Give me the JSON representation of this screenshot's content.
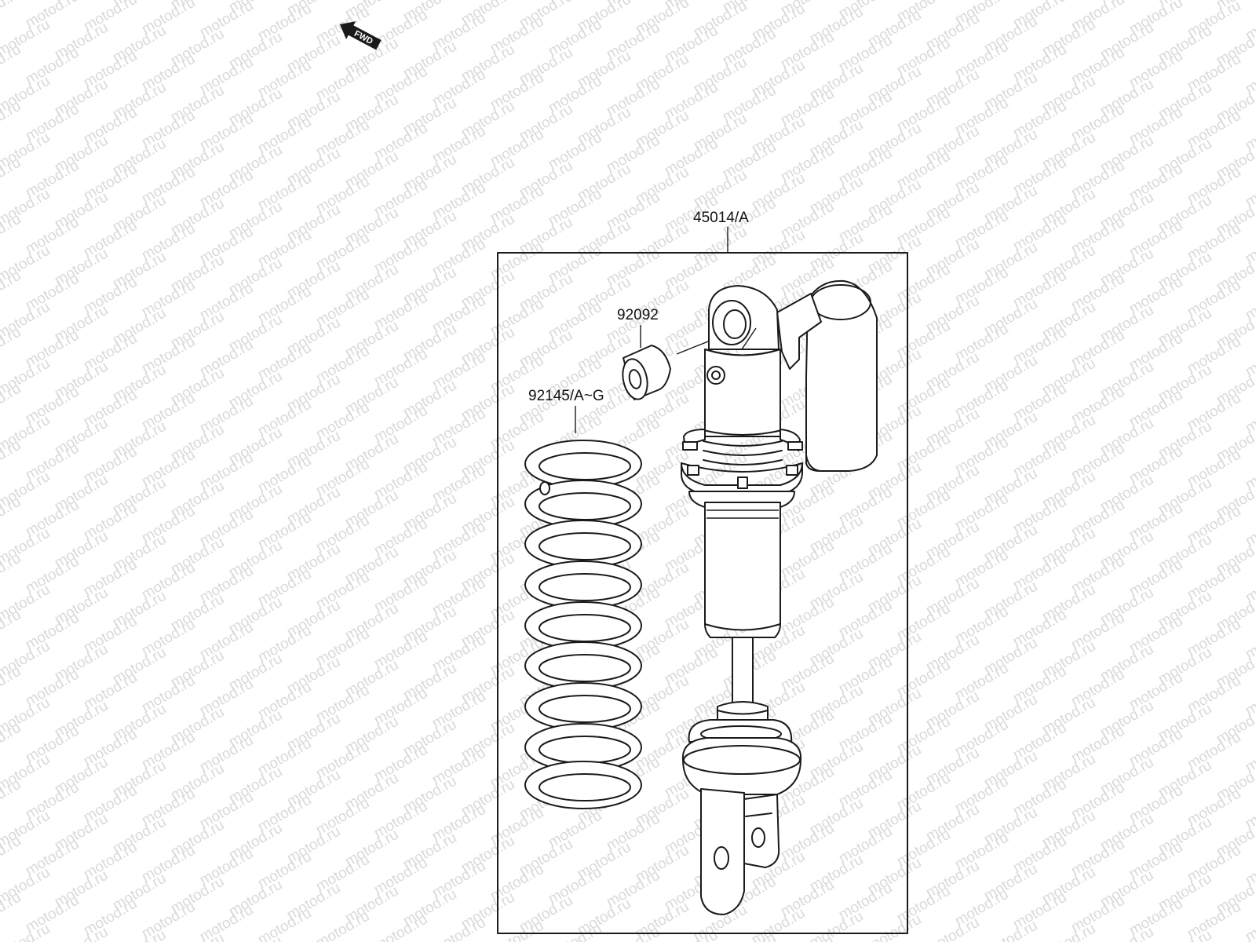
{
  "watermark": {
    "text": "motod.ru",
    "color": "#d9d9d9"
  },
  "direction_arrow": {
    "label": "FWD"
  },
  "parts": [
    {
      "id": "shock-absorber",
      "number": "45014/A"
    },
    {
      "id": "collar",
      "number": "92092"
    },
    {
      "id": "spring",
      "number": "92145/A~G"
    }
  ],
  "colors": {
    "line": "#1a1a1a",
    "background": "#ffffff",
    "watermark": "#d9d9d9"
  }
}
